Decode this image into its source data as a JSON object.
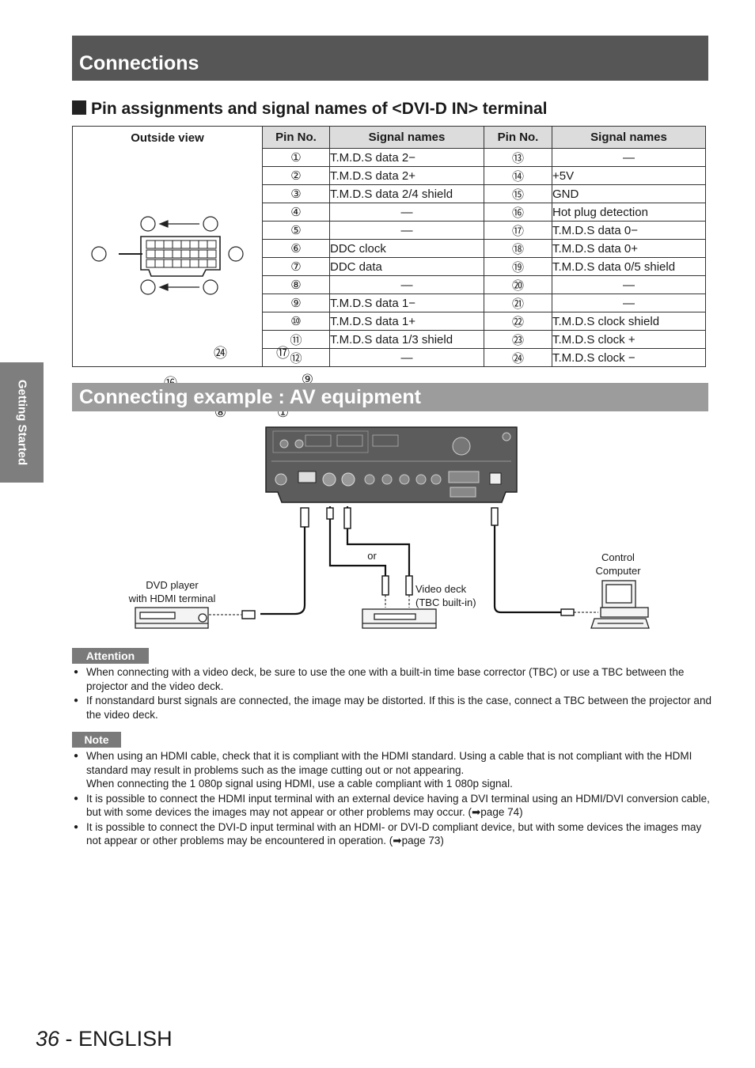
{
  "banner_connections": "Connections",
  "section_title": "Pin assignments and signal names of <DVI-D IN> terminal",
  "table": {
    "outside_view": "Outside view",
    "headers": [
      "Pin No.",
      "Signal names",
      "Pin No.",
      "Signal names"
    ],
    "rows": [
      [
        "①",
        "T.M.D.S data 2−",
        "⑬",
        "—"
      ],
      [
        "②",
        "T.M.D.S data 2+",
        "⑭",
        "+5V"
      ],
      [
        "③",
        "T.M.D.S data 2/4 shield",
        "⑮",
        "GND"
      ],
      [
        "④",
        "—",
        "⑯",
        "Hot plug detection"
      ],
      [
        "⑤",
        "—",
        "⑰",
        "T.M.D.S data 0−"
      ],
      [
        "⑥",
        "DDC clock",
        "⑱",
        "T.M.D.S data 0+"
      ],
      [
        "⑦",
        "DDC data",
        "⑲",
        "T.M.D.S data 0/5 shield"
      ],
      [
        "⑧",
        "—",
        "⑳",
        "—"
      ],
      [
        "⑨",
        "T.M.D.S data 1−",
        "㉑",
        "—"
      ],
      [
        "⑩",
        "T.M.D.S data 1+",
        "㉒",
        "T.M.D.S clock shield"
      ],
      [
        "⑪",
        "T.M.D.S data 1/3 shield",
        "㉓",
        "T.M.D.S clock +"
      ],
      [
        "⑫",
        "—",
        "㉔",
        "T.M.D.S clock −"
      ]
    ],
    "connector_labels": {
      "tl": "㉔",
      "tr": "⑰",
      "left": "⑯",
      "right": "⑨",
      "bl": "⑧",
      "br": "①"
    }
  },
  "banner_example": "Connecting example : AV equipment",
  "diagram": {
    "dvd_line1": "DVD player",
    "dvd_line2": "with HDMI terminal",
    "or": "or",
    "video_line1": "Video deck",
    "video_line2": "(TBC built-in)",
    "control_line1": "Control",
    "control_line2": "Computer"
  },
  "side_tab": "Getting Started",
  "attention": {
    "label": "Attention",
    "items": [
      "When connecting with a video deck, be sure to use the one with a built-in time base corrector (TBC) or use a TBC between the projector and the video deck.",
      "If nonstandard burst signals are connected, the image may be distorted. If this is the case, connect a TBC between the projector and the video deck."
    ]
  },
  "note": {
    "label": "Note",
    "item1_a": "When using an HDMI cable, check that it is compliant with the HDMI standard. Using a cable that is not compliant with the HDMI standard may result in problems such as the image cutting out or not appearing.",
    "item1_b": "When connecting the 1 080p signal using HDMI, use a cable compliant with 1 080p signal.",
    "item2": "It is possible to connect the HDMI input terminal with an external device having a DVI terminal using an HDMI/DVI conversion cable, but with some devices the images may not appear or other problems may occur. (",
    "item2_ref": "page 74)",
    "item3": "It is possible to connect the DVI-D input terminal with an HDMI- or DVI-D compliant device, but with some devices the images may not appear or other problems may be encountered in operation. (",
    "item3_ref": "page 73)"
  },
  "footer": {
    "page": "36",
    "lang": " - ENGLISH"
  }
}
